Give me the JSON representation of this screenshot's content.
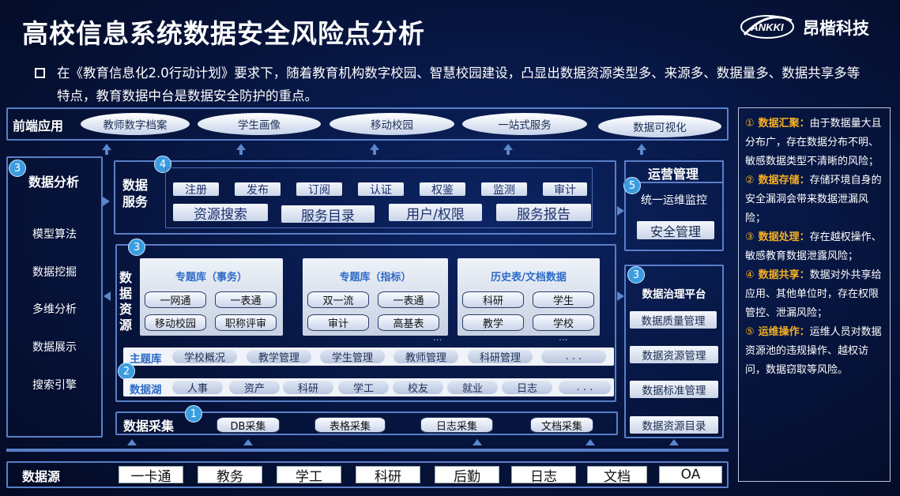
{
  "title": "高校信息系统数据安全风险点分析",
  "brand": {
    "logo_text": "ANKKI",
    "name": "昂楷科技"
  },
  "intro": "在《教育信息化2.0行动计划》要求下，随着教育机构数字校园、智慧校园建设，凸显出数据资源类型多、来源多、数据量多、数据共享多等特点，教育数据中台是数据安全防护的重点。",
  "frontend": {
    "label": "前端应用",
    "apps": [
      "教师数字档案",
      "学生画像",
      "移动校园",
      "一站式服务",
      "数据可视化"
    ]
  },
  "analysis": {
    "num": "3",
    "label": "数据分析",
    "items": [
      "模型算法",
      "数据挖掘",
      "多维分析",
      "数据展示",
      "搜索引擎"
    ]
  },
  "service": {
    "num": "4",
    "label_line1": "数据",
    "label_line2": "服务",
    "small_tags": [
      "注册",
      "发布",
      "订阅",
      "认证",
      "权鉴",
      "监测",
      "审计"
    ],
    "big_tags": [
      "资源搜索",
      "服务目录",
      "用户/权限",
      "服务报告"
    ]
  },
  "ops": {
    "label": "运营管理",
    "num": "5",
    "monitor": "统一运维监控",
    "security": "安全管理"
  },
  "resource": {
    "num": "3",
    "label_chars": [
      "数",
      "据",
      "资",
      "源"
    ],
    "panels": [
      {
        "title": "专题库（事务）",
        "items": [
          "一网通",
          "一表通",
          "移动校园",
          "职称评审"
        ]
      },
      {
        "title": "专题库（指标）",
        "items": [
          "双一流",
          "一表通",
          "审计",
          "高基表"
        ]
      },
      {
        "title": "历史表/文档数据",
        "items": [
          "科研",
          "学生",
          "教学",
          "学校"
        ]
      }
    ],
    "ellipsis": "...",
    "theme_label": "主题库",
    "theme_items": [
      "学校概况",
      "教学管理",
      "学生管理",
      "教师管理",
      "科研管理",
      ". . ."
    ],
    "lake_num": "2",
    "lake_label": "数据湖",
    "lake_items": [
      "人事",
      "资产",
      "科研",
      "学工",
      "校友",
      "就业",
      "日志",
      ". . ."
    ]
  },
  "governance": {
    "num": "3",
    "label": "数据治理平台",
    "items": [
      "数据质量管理",
      "数据资源管理",
      "数据标准管理",
      "数据资源目录"
    ]
  },
  "collect": {
    "num": "1",
    "label": "数据采集",
    "items": [
      "DB采集",
      "表格采集",
      "日志采集",
      "文档采集"
    ]
  },
  "source": {
    "label": "数据源",
    "items": [
      "一卡通",
      "教务",
      "学工",
      "科研",
      "后勤",
      "日志",
      "文档",
      "OA"
    ]
  },
  "risks": [
    {
      "num": "①",
      "head": "数据汇聚：",
      "text": "由于数据量大且分布广，存在数据分布不明、敏感数据类型不清晰的风险；"
    },
    {
      "num": "②",
      "head": "数据存储：",
      "text": "存储环境自身的安全漏洞会带来数据泄漏风险；"
    },
    {
      "num": "③",
      "head": "数据处理：",
      "text": "存在越权操作、敏感教育数据泄露风险；"
    },
    {
      "num": "④",
      "head": "数据共享：",
      "text": "数据对外共享给应用、其他单位时，存在权限管控、泄漏风险；"
    },
    {
      "num": "⑤",
      "head": "运维操作：",
      "text": "运维人员对数据资源池的违规操作、越权访问，数据窃取等风险。"
    }
  ],
  "colors": {
    "accent": "#3b9de0",
    "risk_highlight": "#f6b024",
    "border": "#5a7fc8",
    "panel_title": "#2d6bc8"
  }
}
